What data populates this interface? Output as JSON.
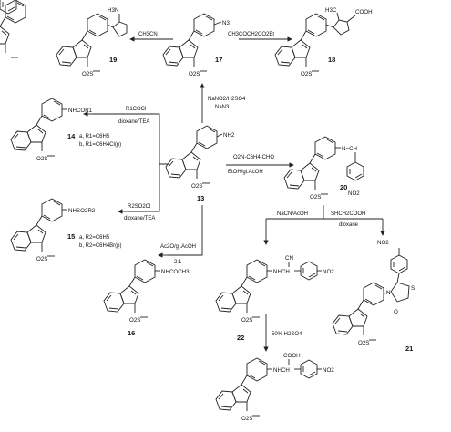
{
  "compounds": {
    "c13": {
      "number": "13",
      "substituent": "NH2",
      "sulfonyl": "O2S"
    },
    "c17": {
      "number": "17",
      "substituent": "N3",
      "sulfonyl": "O2S"
    },
    "c19": {
      "number": "19",
      "substituent": "H3N",
      "sulfonyl": "O2S"
    },
    "c18": {
      "number": "18",
      "methyl": "H3C",
      "acid": "COOH",
      "sulfonyl": "O2S"
    },
    "c14": {
      "number": "14",
      "substituent": "NHCOR1",
      "a": "a, R1=C6H5",
      "b": "b, R1=C6H4Cl(p)",
      "sulfonyl": "O2S"
    },
    "c15": {
      "number": "15",
      "substituent": "NHSO2R2",
      "a": "a, R2=C6H5",
      "b": "b, R2=C6H4Br(p)",
      "sulfonyl": "O2S"
    },
    "c16": {
      "number": "16",
      "substituent": "NHCOCH3",
      "sulfonyl": "O2S"
    },
    "c20": {
      "number": "20",
      "imine": "N=CH",
      "nitro": "NO2",
      "sulfonyl": "O2S"
    },
    "c22": {
      "number": "22",
      "link": "NHCH",
      "cyano": "CN",
      "nitro": "NO2",
      "sulfonyl": "O2S"
    },
    "c21": {
      "number": "21",
      "nitro": "NO2",
      "ring_n": "N",
      "ring_s": "S",
      "carbonyl": "O",
      "sulfonyl": "O2S"
    },
    "c23": {
      "link": "NHCH",
      "acid": "COOH",
      "nitro": "NO2",
      "sulfonyl": "O2S"
    }
  },
  "reagents": {
    "to19": "CH3CN",
    "to18": "CH3COCH2CO2Et",
    "to17_top": "NaNO2/H2SO4",
    "to17_bottom": "NaN3",
    "to14_top": "R1COCl",
    "to14_bottom": "dioxane/TEA",
    "to15_top": "R2SO2Cl",
    "to15_bottom": "dioxane/TEA",
    "to16_top": "Ac2O/gl.AcOH",
    "to16_bottom": "2:1",
    "to20_reagent": "O2N-C6H4-CHO",
    "to20_solvent": "EtOH/gl.AcOH",
    "to22": "NaCN/AcOH",
    "to21_top": "SHCH2COOH",
    "to21_bottom": "dioxane",
    "to23": "50% H2SO4"
  }
}
